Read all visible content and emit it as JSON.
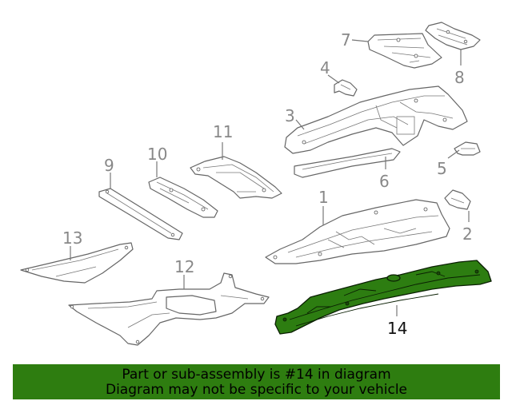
{
  "diagram": {
    "highlight_color": "#2d7d11",
    "highlighted_part": "14",
    "callouts": [
      {
        "id": "p1",
        "text": "1"
      },
      {
        "id": "p2",
        "text": "2"
      },
      {
        "id": "p3",
        "text": "3"
      },
      {
        "id": "p4",
        "text": "4"
      },
      {
        "id": "p5",
        "text": "5"
      },
      {
        "id": "p6",
        "text": "6"
      },
      {
        "id": "p7",
        "text": "7"
      },
      {
        "id": "p8",
        "text": "8"
      },
      {
        "id": "p9",
        "text": "9"
      },
      {
        "id": "p10",
        "text": "10"
      },
      {
        "id": "p11",
        "text": "11"
      },
      {
        "id": "p12",
        "text": "12"
      },
      {
        "id": "p13",
        "text": "13"
      },
      {
        "id": "p14",
        "text": "14"
      }
    ]
  },
  "banner": {
    "color": "#2e7d10",
    "line1": "Part or sub-assembly is #14 in diagram",
    "line2": "Diagram may not be specific to your vehicle"
  }
}
